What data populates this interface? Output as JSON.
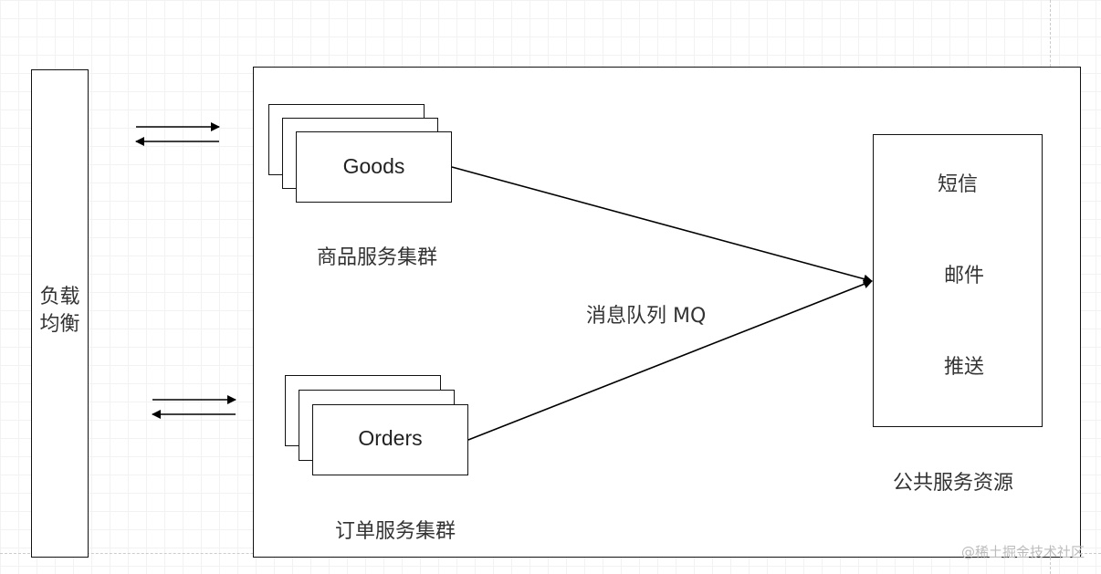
{
  "load_balancer": {
    "label_line1": "负载",
    "label_line2": "均衡"
  },
  "goods_cluster": {
    "node_label": "Goods",
    "caption": "商品服务集群"
  },
  "orders_cluster": {
    "node_label": "Orders",
    "caption": "订单服务集群"
  },
  "message_queue": {
    "label": "消息队列 MQ"
  },
  "public_services": {
    "items": [
      "短信",
      "邮件",
      "推送"
    ],
    "caption": "公共服务资源"
  },
  "watermark": "@稀土掘金技术社区"
}
